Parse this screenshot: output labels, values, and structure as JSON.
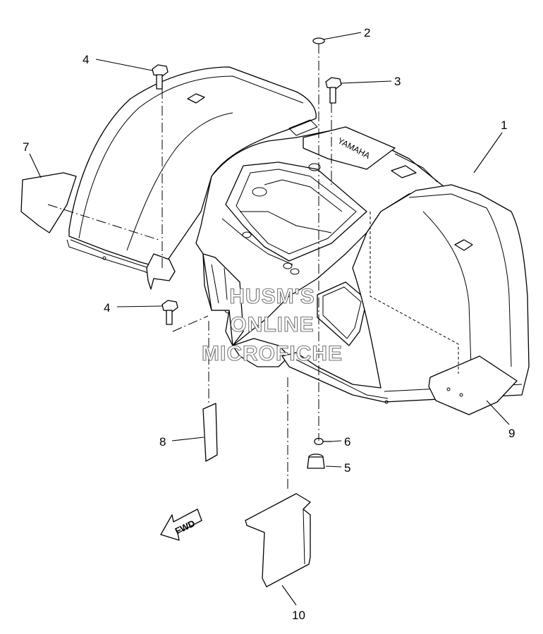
{
  "callouts": {
    "c1": "1",
    "c2": "2",
    "c3": "3",
    "c4a": "4",
    "c4b": "4",
    "c5": "5",
    "c6": "6",
    "c7": "7",
    "c8": "8",
    "c9": "9",
    "c10": "10"
  },
  "brand_label": "YAMAHA",
  "fwd_label": "FWD",
  "watermark": {
    "line1": "HUSM'S",
    "line2": "ONLINE",
    "line3": "MICROFICHE"
  }
}
